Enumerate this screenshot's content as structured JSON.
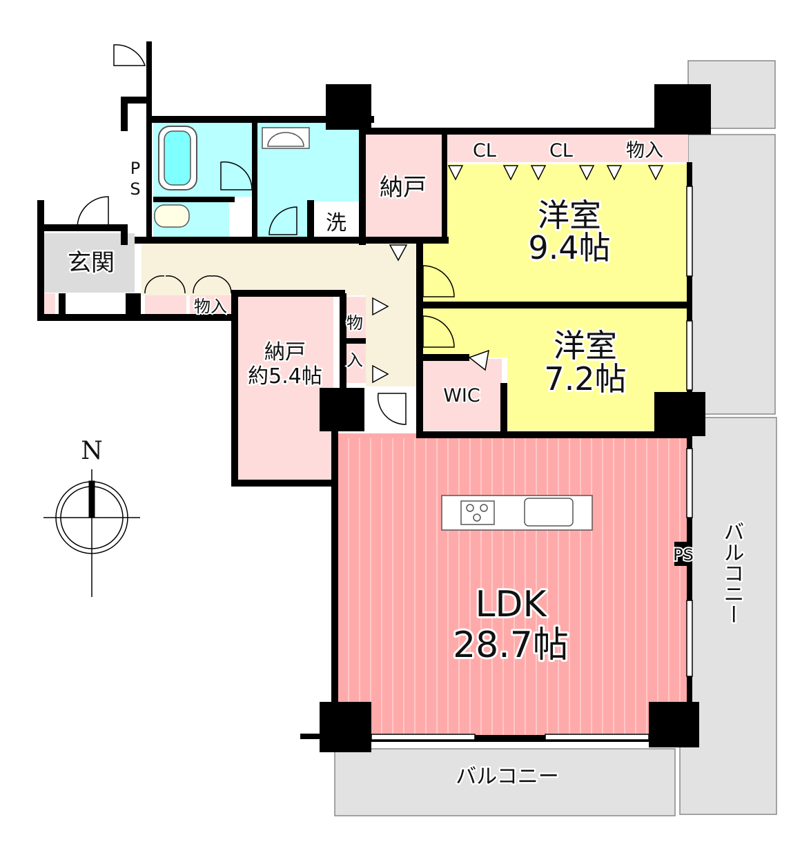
{
  "colors": {
    "western_room": "#ffff99",
    "storage": "#ffdcdc",
    "ldk": "#ffaaaa",
    "wet_area": "#b8ffff",
    "hallway": "#f8f2dc",
    "balcony": "#e2e2e2",
    "entrance": "#dcdcdc"
  },
  "rooms": {
    "western1_name": "洋室",
    "western1_size": "9.4帖",
    "western2_name": "洋室",
    "western2_size": "7.2帖",
    "ldk_name": "LDK",
    "ldk_size": "28.7帖",
    "storage_top": "納戸",
    "storage_side_name": "納戸",
    "storage_side_size": "約5.4帖",
    "wic": "WIC",
    "entrance": "玄関",
    "laundry": "洗",
    "closet1": "CL",
    "closet2": "CL",
    "closet3": "物入",
    "closet_hall": "物入",
    "closet_v1": "物",
    "closet_v2": "入",
    "ps_left_1": "P",
    "ps_left_2": "S",
    "ps_right": "PS",
    "balcony_bottom": "バルコニー",
    "balcony_right": "バルコニー"
  },
  "compass": {
    "north": "N"
  }
}
